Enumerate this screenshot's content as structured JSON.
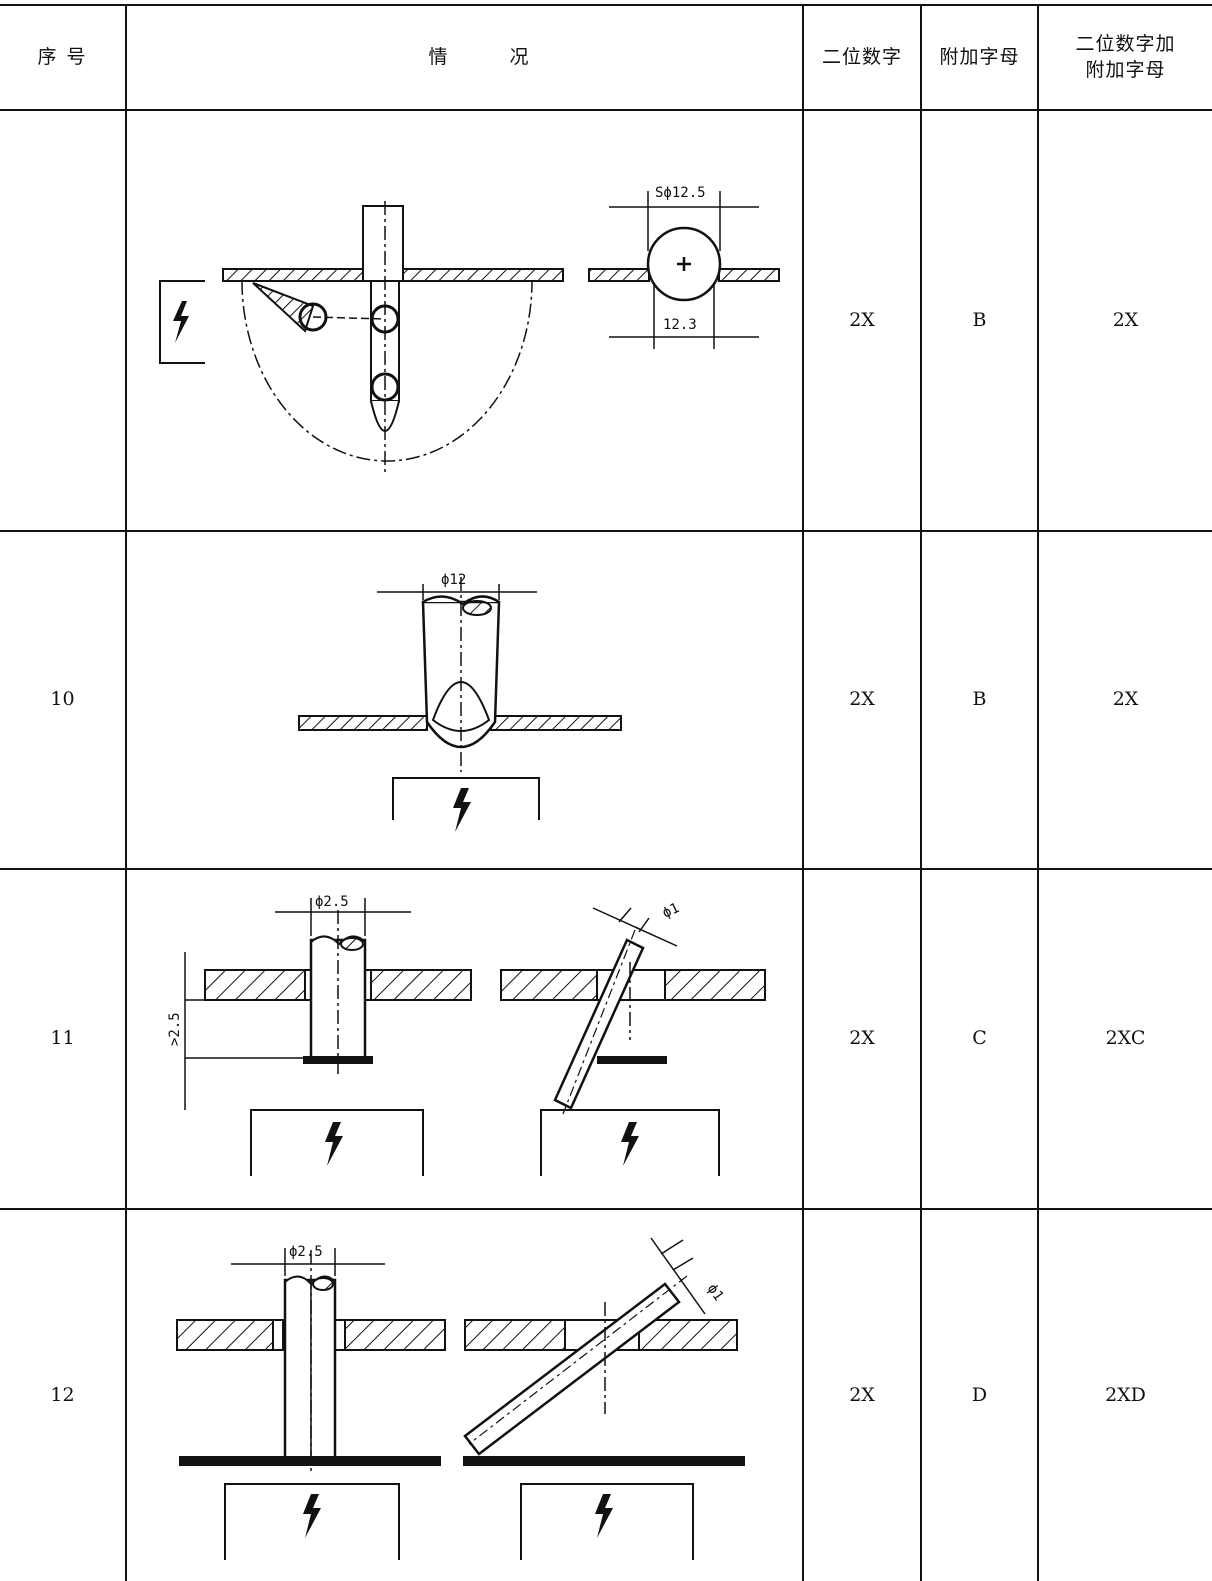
{
  "table": {
    "headers": {
      "seq": "序 号",
      "situation": "情 况",
      "two_digit": "二位数字",
      "letter": "附加字母",
      "two_digit_letter_line1": "二位数字加",
      "two_digit_letter_line2": "附加字母"
    },
    "rows": [
      {
        "seq": "",
        "two_digit": "2X",
        "letter": "B",
        "combined": "2X",
        "labels": {
          "sphere_dia": "Sϕ12.5",
          "hole_dia": "12.3"
        }
      },
      {
        "seq": "10",
        "two_digit": "2X",
        "letter": "B",
        "combined": "2X",
        "labels": {
          "finger_dia": "ϕ12"
        }
      },
      {
        "seq": "11",
        "two_digit": "2X",
        "letter": "C",
        "combined": "2XC",
        "labels": {
          "rod_dia": "ϕ2.5",
          "wire_dia": "ϕ1",
          "depth": ">2.5"
        }
      },
      {
        "seq": "12",
        "two_digit": "2X",
        "letter": "D",
        "combined": "2XD",
        "labels": {
          "rod_dia": "ϕ2.5",
          "wire_dia": "ϕ1"
        }
      }
    ]
  }
}
